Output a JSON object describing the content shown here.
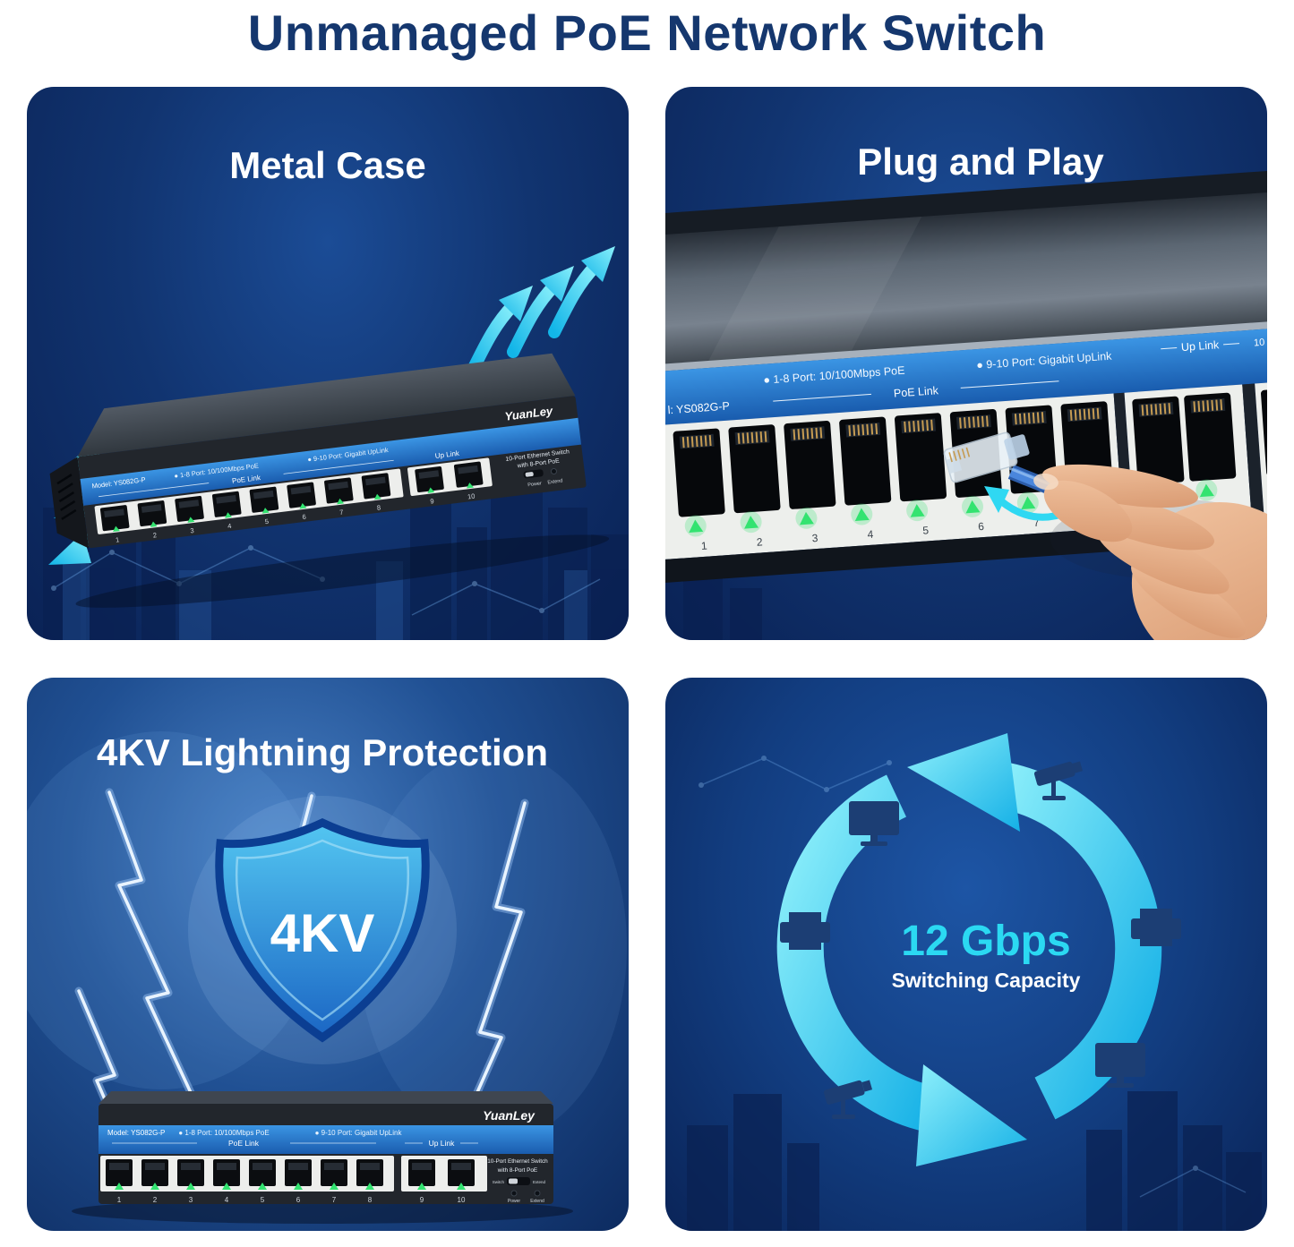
{
  "page": {
    "title": "Unmanaged PoE Network Switch"
  },
  "device": {
    "brand": "YuanLey",
    "model": "Model: YS082G-P",
    "model_partial": "l: YS082G-P",
    "spec_poe": "● 1-8 Port: 10/100Mbps PoE",
    "spec_uplink": "● 9-10 Port: Gigabit UpLink",
    "poe_link": "PoE Link",
    "up_link": "Up Link",
    "desc_line1": "10-Port Ethernet Switch",
    "desc_line2": "with 8-Port PoE",
    "switch_label": "Switch",
    "extend_label": "Extend",
    "power_label": "Power",
    "ports": [
      "1",
      "2",
      "3",
      "4",
      "5",
      "6",
      "7",
      "8"
    ],
    "uplink_ports": [
      "9",
      "10"
    ],
    "partial_right": "10"
  },
  "panels": {
    "metal_case": {
      "title": "Metal Case"
    },
    "plug_and_play": {
      "title": "Plug and Play"
    },
    "lightning": {
      "title": "4KV Lightning Protection",
      "shield_label": "4KV"
    },
    "capacity": {
      "value": "12 Gbps",
      "label": "Switching Capacity"
    }
  },
  "colors": {
    "title_navy": "#15376e",
    "cyan": "#2bd7f2",
    "stripe_blue": "#2f86d8",
    "led_green": "#33e370",
    "panel_bg": "#113470"
  }
}
